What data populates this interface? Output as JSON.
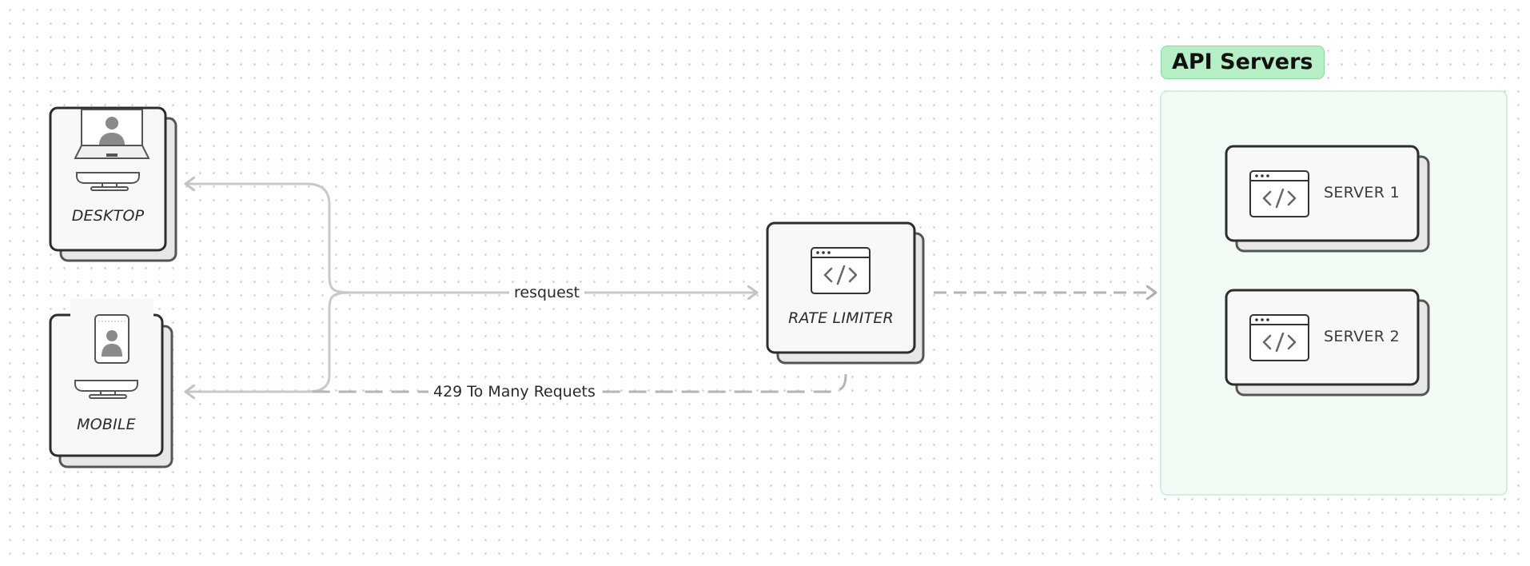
{
  "group": {
    "title": "API Servers",
    "fill_color": "#f3fbf5",
    "border_color": "#c6ecd1",
    "title_color": "#b6eec5"
  },
  "nodes": {
    "desktop": {
      "label": "DESKTOP",
      "icon": "laptop-user-icon"
    },
    "mobile": {
      "label": "MOBILE",
      "icon": "phone-user-icon"
    },
    "rate_limiter": {
      "label": "RATE LIMITER",
      "icon": "code-window-icon"
    },
    "server1": {
      "label": "SERVER 1",
      "icon": "code-window-icon"
    },
    "server2": {
      "label": "SERVER 2",
      "icon": "code-window-icon"
    }
  },
  "edges": {
    "request": {
      "label": "resquest",
      "from": "DESKTOP / MOBILE",
      "to": "RATE LIMITER",
      "style": "solid"
    },
    "too_many": {
      "label": "429 To Many Requets",
      "from": "RATE LIMITER",
      "to": "MOBILE",
      "style": "dashed"
    },
    "forward": {
      "label": "",
      "from": "RATE LIMITER",
      "to": "API Servers",
      "style": "dashed"
    }
  },
  "colors": {
    "connector": "#c9c9c9",
    "connector_dashed": "#b5b5b5",
    "card_fill": "#f7f8f8",
    "card_border": "#2d2d2d"
  }
}
